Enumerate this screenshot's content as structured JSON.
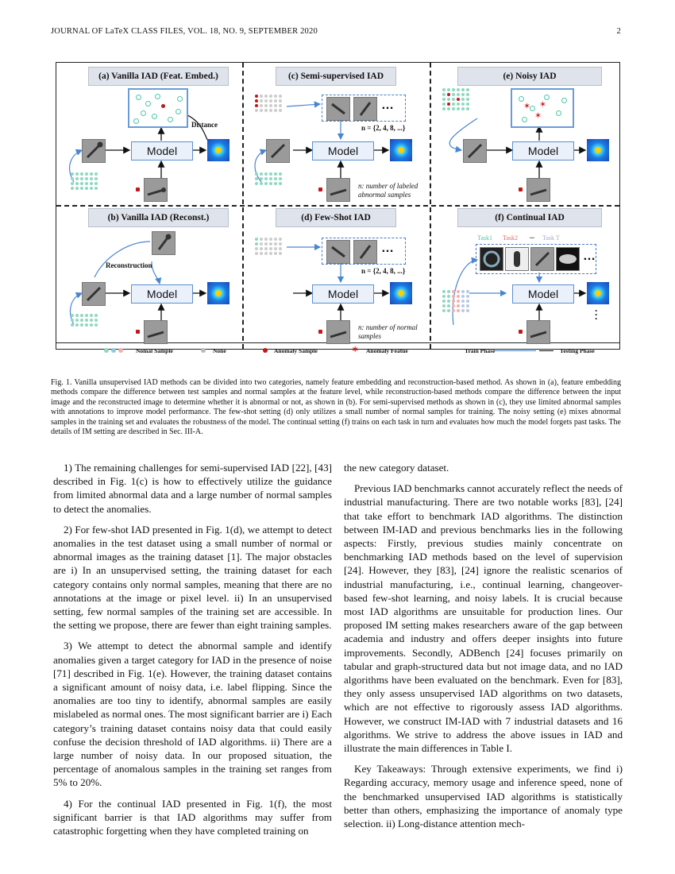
{
  "header": {
    "left": "JOURNAL OF LaTeX CLASS FILES, VOL. 18, NO. 9, SEPTEMBER 2020",
    "right": "2"
  },
  "figure": {
    "panels": {
      "a": "(a) Vanilla IAD (Feat. Embed.)",
      "b": "(b) Vanilla IAD (Reconst.)",
      "c": "(c) Semi-supervised IAD",
      "d": "(d) Few-Shot IAD",
      "e": "(e) Noisy IAD",
      "f": "(f) Continual IAD"
    },
    "model_label": "Model",
    "distance_label": "Distance",
    "reconstruction_label": "Reconstruction",
    "n_values": "n = {2, 4, 8, ...}",
    "n_note_labeled_abnormal": "n: number of labeled abnormal samples",
    "n_note_normal": "n: number of normal samples",
    "tasks": [
      "Task1",
      "Task2",
      "...",
      "Task T"
    ],
    "ellipsis": "…",
    "legend": {
      "normal": "Nomal Sample",
      "none": "None",
      "anomaly": "Anomaly Sample",
      "anomaly_feature": "Anomaly Featue",
      "train": "Train Phase",
      "test": "Testing Phase"
    }
  },
  "caption": "Fig. 1.  Vanilla unsupervised IAD methods can be divided into two categories, namely feature embedding and reconstruction-based method. As shown in (a), feature embedding methods compare the difference between test samples and normal samples at the feature level, while reconstruction-based methods compare the difference between the input image and the reconstructed image to determine whether it is abnormal or not, as shown in (b). For semi-supervised methods as shown in (c), they use limited abnormal samples with annotations to improve model performance. The few-shot setting (d) only utilizes a small number of normal samples for training. The noisy setting (e) mixes abnormal samples in the training set and evaluates the robustness of the model. The continual setting (f) trains on each task in turn and evaluates how much the model forgets past tasks. The details of IM setting are described in Sec. III-A.",
  "left_column": [
    "1) The remaining challenges for semi-supervised IAD [22], [43] described in Fig. 1(c) is how to effectively utilize the guidance from limited abnormal data and a large number of normal samples to detect the anomalies.",
    "2) For few-shot IAD presented in Fig. 1(d), we attempt to detect anomalies in the test dataset using a small number of normal or abnormal images as the training dataset [1]. The major obstacles are i) In an unsupervised setting, the training dataset for each category contains only normal samples, meaning that there are no annotations at the image or pixel level. ii) In an unsupervised setting, few normal samples of the training set are accessible. In the setting we propose, there are fewer than eight training samples.",
    "3) We attempt to detect the abnormal sample and identify anomalies given a target category for IAD in the presence of noise [71] described in Fig. 1(e). However, the training dataset contains a significant amount of noisy data, i.e. label flipping. Since the anomalies are too tiny to identify, abnormal samples are easily mislabeled as normal ones. The most significant barrier are i) Each category’s training dataset contains noisy data that could easily confuse the decision threshold of IAD algorithms. ii) There are a large number of noisy data. In our proposed situation, the percentage of anomalous samples in the training set ranges from 5% to 20%.",
    "4) For the continual IAD presented in Fig. 1(f), the most significant barrier is that IAD algorithms may suffer from catastrophic forgetting when they have completed training on"
  ],
  "right_column": [
    "the new category dataset.",
    "Previous IAD benchmarks cannot accurately reflect the needs of industrial manufacturing. There are two notable works [83], [24] that take effort to benchmark IAD algorithms. The distinction between IM-IAD and previous benchmarks lies in the following aspects: Firstly, previous studies mainly concentrate on benchmarking IAD methods based on the level of supervision [24]. However, they [83], [24] ignore the realistic scenarios of industrial manufacturing, i.e., continual learning, changeover-based few-shot learning, and noisy labels. It is crucial because most IAD algorithms are unsuitable for production lines. Our proposed IM setting makes researchers aware of the gap between academia and industry and offers deeper insights into future improvements. Secondly, ADBench [24] focuses primarily on tabular and graph-structured data but not image data, and no IAD algorithms have been evaluated on the benchmark. Even for [83], they only assess unsupervised IAD algorithms on two datasets, which are not effective to rigorously assess IAD algorithms. However, we construct IM-IAD with 7 industrial datasets and 16 algorithms. We strive to address the above issues in IAD and illustrate the main differences in Table I.",
    "Key Takeaways: Through extensive experiments, we find i) Regarding accuracy, memory usage and inference speed, none of the benchmarked unsupervised IAD algorithms is statistically better than others, emphasizing the importance of anomaly type selection. ii) Long-distance attention mech-"
  ]
}
